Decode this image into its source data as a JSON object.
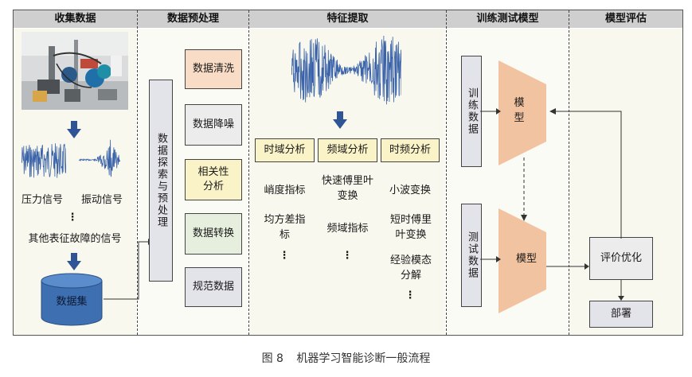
{
  "columns": [
    "收集数据",
    "数据预处理",
    "特征提取",
    "训练测试模型",
    "模型评估"
  ],
  "collect": {
    "photo_alt": "diagnostic test rig photo",
    "pressure_signal": "压力信号",
    "vibration_signal": "振动信号",
    "ellipsis": "⋮",
    "other_signals": "其他表征故障的信号",
    "dataset": "数据集"
  },
  "preprocess": {
    "explore": "数据探索与预处理",
    "steps": [
      "数据清洗",
      "数据降噪",
      "相关性分析",
      "数据转换",
      "规范数据"
    ]
  },
  "features": {
    "time": {
      "title": "时域分析",
      "items": [
        "峭度指标",
        "均方差指标",
        "⋮"
      ]
    },
    "freq": {
      "title": "频域分析",
      "items": [
        "快速傅里叶变换",
        "频域指标",
        "⋮"
      ]
    },
    "timefreq": {
      "title": "时频分析",
      "items": [
        "小波变换",
        "短时傅里叶变换",
        "经验模态分解",
        "⋮"
      ]
    }
  },
  "train": {
    "train_data": "训练数据",
    "test_data": "测试数据",
    "model": "模型"
  },
  "evaluate": {
    "optimize": "评价优化",
    "deploy": "部署"
  },
  "caption": {
    "figure": "图 8",
    "title": "机器学习智能诊断一般流程"
  },
  "colors": {
    "arrow": "#2f5597",
    "model": "#f2c3a0",
    "header": "#cfcfcf"
  }
}
